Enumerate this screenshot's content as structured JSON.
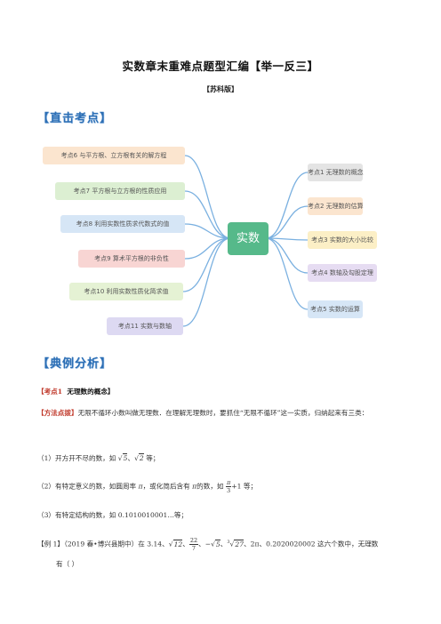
{
  "header": {
    "title": "实数章末重难点题型汇编【举一反三】",
    "subtitle": "【苏科版】"
  },
  "sections": {
    "direct": "【直击考点】",
    "analysis": "【典例分析】"
  },
  "mindmap": {
    "center": "实数",
    "left": [
      "考点6 与平方根、立方根有关的解方程",
      "考点7 平方根与立方根的性质应用",
      "考点8 利用实数性质求代数式的值",
      "考点9 算术平方根的非负性",
      "考点10 利用实数性质化简求值",
      "考点11 实数与数轴"
    ],
    "right": [
      "考点1 无理数的概念",
      "考点2 无理数的估算",
      "考点3 实数的大小比较",
      "考点4 数轴及勾股定理",
      "考点5 实数的运算"
    ],
    "colors": {
      "center": "#56b98a",
      "left": [
        "#fbe5cf",
        "#dcefd2",
        "#d6e6f6",
        "#f8d5d3",
        "#e5f2d4",
        "#ddd9f2"
      ],
      "right": [
        "#e4e4e4",
        "#fbe5cf",
        "#fcefc6",
        "#e6dcf2",
        "#d6e6f6"
      ],
      "line": "#7ab0e0"
    }
  },
  "content": {
    "point_tag": "【考点",
    "point_num": "1",
    "point_title": "无理数的概念】",
    "method_tag": "【方法点拨】",
    "method_text": "无限不循环小数叫做无理数．在理解无理数时，要抓住“无限不循环”这一实质，归纳起来有三类：",
    "item1_pre": "（1）开方开不尽的数，如",
    "item1_post": "等；",
    "item2_pre": "（2）有特定意义的数，如圆周率",
    "item2_mid": "，或化简后含有",
    "item2_mid2": "的数，如",
    "item2_post": "等；",
    "item3": "（3）有特定结构的数，如 0.1010010001…等；",
    "example_tag": "【例 1】",
    "example_src": "（2019 春•博兴县期中）在 3.14、",
    "example_tail": "、2π、0.2020020002 这六个数中，无理数",
    "example_line2": "有（      ）",
    "math": {
      "sqrt5": "5",
      "sqrt2": "2",
      "pi": "π",
      "pi_frac_num": "π",
      "pi_frac_den": "3",
      "plus1": "+1",
      "sqrt12": "12",
      "frac22": "22",
      "frac7": "7",
      "neg_sqrt5": "−",
      "cbrt27_idx": "3",
      "cbrt27": "27",
      "sep": "、"
    }
  }
}
